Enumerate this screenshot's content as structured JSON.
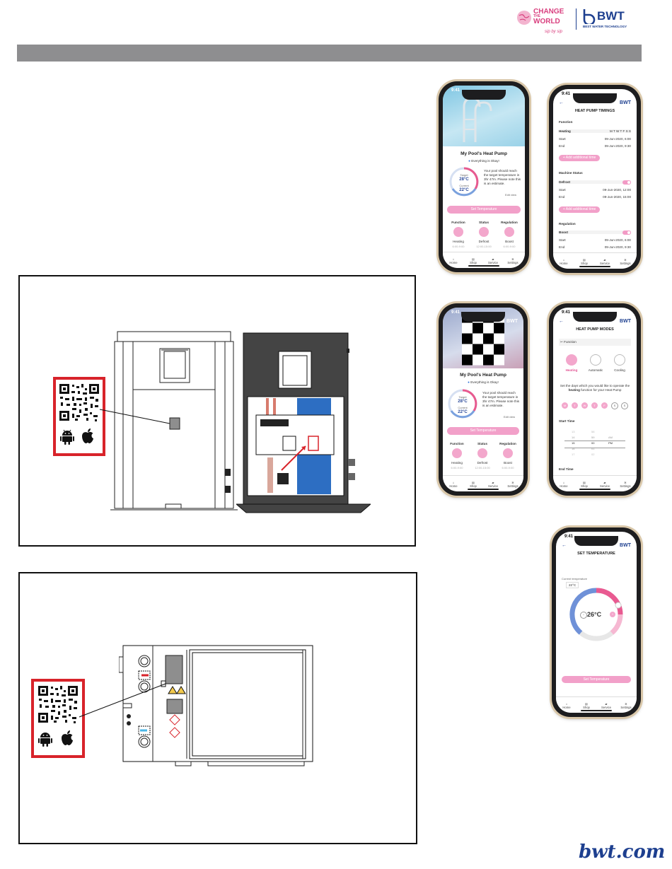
{
  "branding": {
    "campaign_line1": "CHANGE",
    "campaign_line2": "THE",
    "campaign_line3": "WORLD",
    "campaign_tagline": "sip by sip",
    "brand": "BWT",
    "brand_sub": "BEST WATER TECHNOLOGY",
    "footer_url": "bwt.com"
  },
  "colors": {
    "accent_pink": "#f2a0c9",
    "frame_red": "#d8232a",
    "header_gray": "#8e8e90"
  },
  "icons": [
    "android-icon",
    "apple-icon",
    "qr-code"
  ],
  "phone1": {
    "time": "9:41",
    "title": "My Pool's Heat Pump",
    "ok": "Everything is Okay!",
    "target_label": "Target",
    "target_value": "28°C",
    "current_label": "Current",
    "current_value": "22°C",
    "desc": "Your pool should reach the target temperature in 3hr 47m. Please note this is an estimate.",
    "edit": "Edit view",
    "set_button": "Set Temperature",
    "cols": [
      "Function",
      "Status",
      "Regulation"
    ],
    "vals": [
      "Heating",
      "Defrost",
      "Boost"
    ],
    "subs": [
      "6:00-9:00",
      "12:00-15:00",
      "6:00-9:00"
    ],
    "nav": [
      "Home",
      "Shop",
      "Service",
      "Settings"
    ]
  },
  "phone2": {
    "time": "9:41",
    "brand": "BWT",
    "title": "HEAT PUMP TIMINGS",
    "sec1": "Function",
    "sec1_item": "Heating",
    "days": "M T W T F S S",
    "start_label": "Start",
    "end_label": "End",
    "s1_start": "09-Jun-2020, 6:00",
    "s1_end": "09-Jun-2020, 9:30",
    "add_btn": "+ Add additional time",
    "sec2": "Machine Status",
    "sec2_item": "Defrost",
    "s2_start": "09-Jun-2020, 12:00",
    "s2_end": "09-Jun-2020, 15:00",
    "sec3": "Regulation",
    "sec3_item": "Boost",
    "s3_start": "09-Jun-2020, 6:00",
    "s3_end": "09-Jun-2020, 9:30",
    "nav": [
      "Home",
      "Shop",
      "Service",
      "Settings"
    ]
  },
  "phone3": {
    "time": "9:41",
    "brand": "BWT",
    "title": "My Pool's Heat Pump",
    "ok": "Everything is Okay!",
    "target_label": "Target",
    "target_value": "28°C",
    "current_label": "Current",
    "current_value": "22°C",
    "desc": "Your pool should reach the target temperature in 3hr 47m. Please note this is an estimate.",
    "edit": "Edit view",
    "set_button": "Set Temperature",
    "cols": [
      "Function",
      "Status",
      "Regulation"
    ],
    "vals": [
      "Heating",
      "Defrost",
      "Boost"
    ],
    "subs": [
      "6:00-9:00",
      "12:00-15:00",
      "6:00-9:00"
    ],
    "nav": [
      "Home",
      "Shop",
      "Service",
      "Settings"
    ]
  },
  "phone4": {
    "time": "9:41",
    "brand": "BWT",
    "title": "HEAT PUMP MODES",
    "section": "Function",
    "modes": [
      "Heating",
      "Automatic",
      "Cooling"
    ],
    "desc_pre": "Set the days which you would like to operate the ",
    "desc_bold": "heating",
    "desc_post": " function for your Heat Pump",
    "days": [
      "M",
      "T",
      "W",
      "T",
      "F",
      "S",
      "S"
    ],
    "start_time": "Start Time",
    "picker_hours": [
      "13",
      "14",
      "15",
      "16",
      "17"
    ],
    "picker_mins": [
      "58",
      "59",
      "00",
      "01",
      "02"
    ],
    "picker_ampm": [
      "AM",
      "PM"
    ],
    "end_time": "End Time",
    "nav": [
      "Home",
      "Shop",
      "Service",
      "Settings"
    ]
  },
  "phone5": {
    "time": "9:41",
    "brand": "BWT",
    "title": "SET TEMPERATURE",
    "current_label": "Current temperature",
    "current_value": "22°C",
    "temp": "26°C",
    "minus": "−",
    "plus": "+",
    "set_button": "Set Temperature",
    "nav": [
      "Home",
      "Shop",
      "Service",
      "Settings"
    ]
  }
}
